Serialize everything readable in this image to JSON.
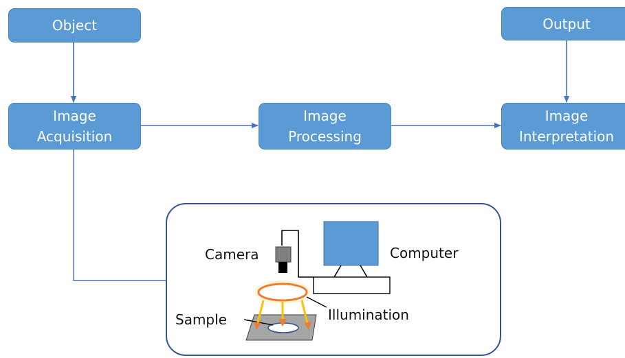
{
  "boxes": {
    "object": "Object",
    "output": "Output",
    "acquisition": [
      "Image",
      "Acquisition"
    ],
    "processing": [
      "Image",
      "Processing"
    ],
    "interpretation": [
      "Image",
      "Interpretation"
    ]
  },
  "setup_labels": {
    "camera": "Camera",
    "computer": "Computer",
    "illumination": "Illumination",
    "sample": "Sample"
  },
  "colors": {
    "box_fill": "#5b9bd5",
    "arrow": "#4472c4",
    "panel_border": "#2f5597",
    "monitor": "#5b9bd5",
    "ring": "#ed7d31",
    "ray": "#ffc000",
    "stage": "#a6a6a6"
  }
}
